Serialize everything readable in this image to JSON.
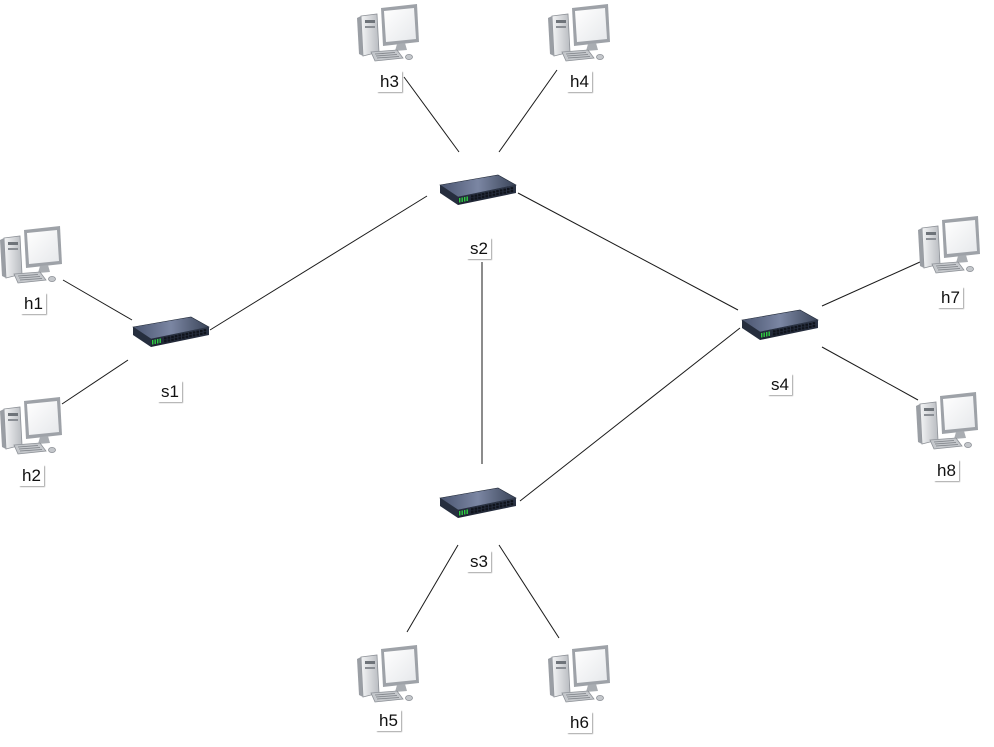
{
  "nodes": [
    {
      "id": "h1",
      "label": "h1",
      "kind": "host",
      "icon": "desktop-computer-icon"
    },
    {
      "id": "h2",
      "label": "h2",
      "kind": "host",
      "icon": "desktop-computer-icon"
    },
    {
      "id": "h3",
      "label": "h3",
      "kind": "host",
      "icon": "desktop-computer-icon"
    },
    {
      "id": "h4",
      "label": "h4",
      "kind": "host",
      "icon": "desktop-computer-icon"
    },
    {
      "id": "h5",
      "label": "h5",
      "kind": "host",
      "icon": "desktop-computer-icon"
    },
    {
      "id": "h6",
      "label": "h6",
      "kind": "host",
      "icon": "desktop-computer-icon"
    },
    {
      "id": "h7",
      "label": "h7",
      "kind": "host",
      "icon": "desktop-computer-icon"
    },
    {
      "id": "h8",
      "label": "h8",
      "kind": "host",
      "icon": "desktop-computer-icon"
    },
    {
      "id": "s1",
      "label": "s1",
      "kind": "switch",
      "icon": "network-switch-icon"
    },
    {
      "id": "s2",
      "label": "s2",
      "kind": "switch",
      "icon": "network-switch-icon"
    },
    {
      "id": "s3",
      "label": "s3",
      "kind": "switch",
      "icon": "network-switch-icon"
    },
    {
      "id": "s4",
      "label": "s4",
      "kind": "switch",
      "icon": "network-switch-icon"
    }
  ],
  "links": [
    [
      "h1",
      "s1"
    ],
    [
      "h2",
      "s1"
    ],
    [
      "s1",
      "s2"
    ],
    [
      "h3",
      "s2"
    ],
    [
      "h4",
      "s2"
    ],
    [
      "s2",
      "s4"
    ],
    [
      "s2",
      "s3"
    ],
    [
      "s3",
      "s4"
    ],
    [
      "h5",
      "s3"
    ],
    [
      "h6",
      "s3"
    ],
    [
      "h7",
      "s4"
    ],
    [
      "h8",
      "s4"
    ]
  ],
  "colors": {
    "link": "#1a1a1a",
    "switch_body": "#2b3546",
    "switch_led": "#2ecc40",
    "host_case": "#d7d9dc",
    "host_screen": "#ffffff"
  }
}
